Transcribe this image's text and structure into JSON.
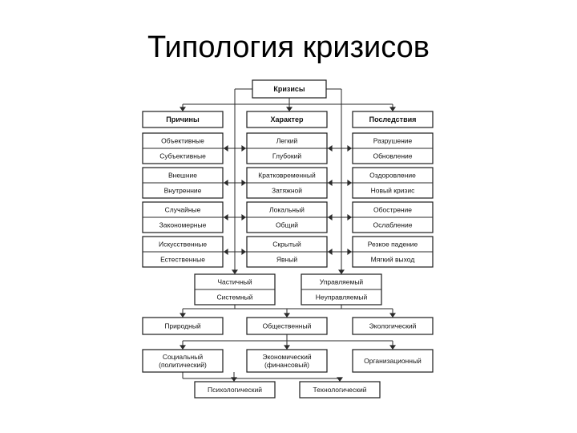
{
  "title": "Типология кризисов",
  "root": "Кризисы",
  "headers": [
    "Причины",
    "Характер",
    "Последствия"
  ],
  "rows": [
    [
      [
        "Объективные",
        "Субъективные"
      ],
      [
        "Легкий",
        "Глубокий"
      ],
      [
        "Разрушение",
        "Обновление"
      ]
    ],
    [
      [
        "Внешние",
        "Внутренние"
      ],
      [
        "Кратковременный",
        "Затяжной"
      ],
      [
        "Оздоровление",
        "Новый кризис"
      ]
    ],
    [
      [
        "Случайные",
        "Закономерные"
      ],
      [
        "Локальный",
        "Общий"
      ],
      [
        "Обострение",
        "Ослабление"
      ]
    ],
    [
      [
        "Искусственные",
        "Естественные"
      ],
      [
        "Скрытый",
        "Явный"
      ],
      [
        "Резкое падение",
        "Мягкий выход"
      ]
    ]
  ],
  "scope": [
    "Частичный",
    "Системный"
  ],
  "control": [
    "Управляемый",
    "Неуправляемый"
  ],
  "sources": [
    "Природный",
    "Общественный",
    "Экологический"
  ],
  "social_types": [
    "Социальный\n(политический)",
    "Экономический\n(финансовый)",
    "Организационный"
  ],
  "bottom_types": [
    "Психологический",
    "Технологический"
  ]
}
